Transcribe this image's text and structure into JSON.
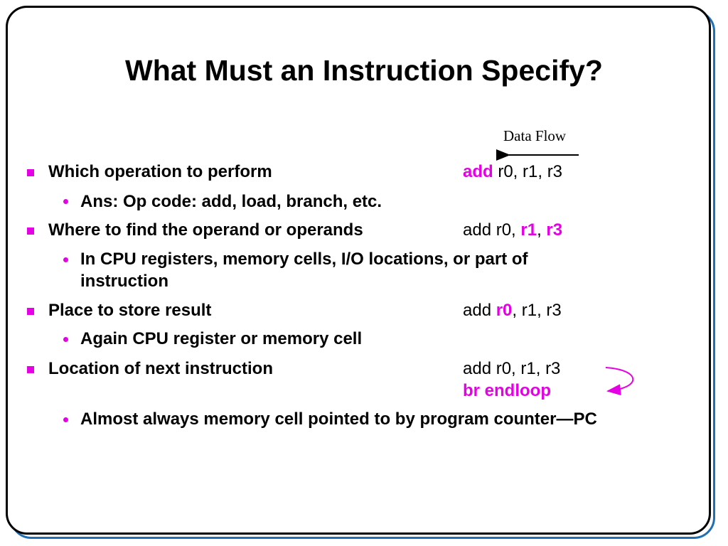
{
  "slide": {
    "title": "What Must an Instruction Specify?",
    "data_flow_label": "Data Flow",
    "accent_color": "#e600e6",
    "frame_shadow_color": "#1f6fb5"
  },
  "bullets": [
    {
      "text": "Which operation to perform",
      "code": {
        "highlight": "add",
        "rest": " r0, r1, r3"
      },
      "sub": "Ans: Op code: add, load, branch, etc."
    },
    {
      "text": "Where to find the operand or operands",
      "code": {
        "pre": "add r0, ",
        "hl1": "r1",
        "sep": ", ",
        "hl2": "r3"
      },
      "sub_line1": "In CPU registers, memory cells, I/O locations, or part of",
      "sub_line2": "instruction"
    },
    {
      "text": "Place to store result",
      "code": {
        "pre": "add ",
        "highlight": "r0",
        "rest": ", r1, r3"
      },
      "sub": "Again CPU register or memory cell"
    },
    {
      "text": "Location of next instruction",
      "code": {
        "line1": "add r0, r1, r3",
        "line2": "br endloop"
      },
      "sub": "Almost always memory cell pointed to by program counter—PC"
    }
  ]
}
